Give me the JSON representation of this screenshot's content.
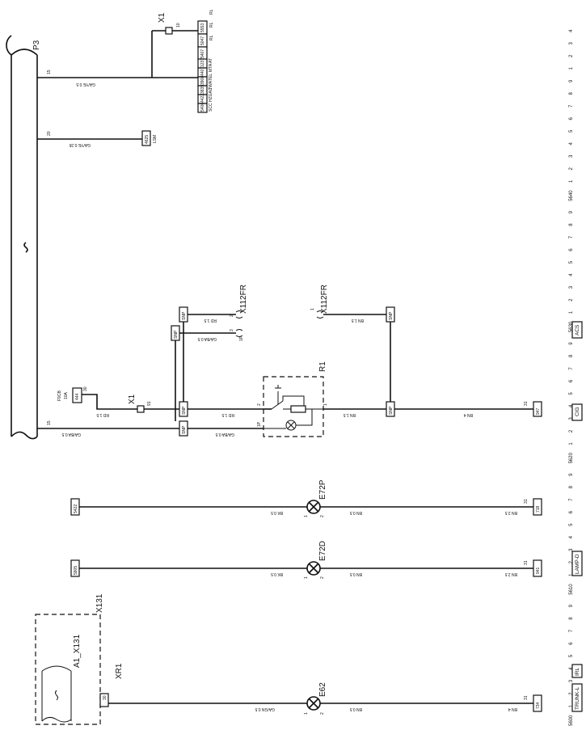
{
  "harness": {
    "label": "P3",
    "pin_top": "15",
    "pin_mid": "20",
    "pin_bottom": "15"
  },
  "top_section": {
    "x1_label": "X1",
    "x1_pin": "10",
    "main_wire": "GA/YE 0.5",
    "main_box": "1237",
    "upper_boxes": [
      {
        "code": "5553",
        "tag": "RL"
      },
      {
        "code": "5047",
        "tag": "RL"
      },
      {
        "code": "5407",
        "tag": "RL"
      }
    ],
    "lower_boxes": [
      {
        "code": "1237",
        "tag": "AT"
      },
      {
        "code": "4407",
        "tag": "MTA"
      },
      {
        "code": "3908",
        "tag": "TEL"
      },
      {
        "code": "3839",
        "tag": "TWA"
      },
      {
        "code": "4422",
        "tag": "HZGAC"
      },
      {
        "code": "5406",
        "tag": "SCC"
      }
    ],
    "wire_20": "GA/YE 0.35",
    "box_20": "4625",
    "box_20_tag": "LSM"
  },
  "relay_section": {
    "fuse_box": "444",
    "fuse_label_1": "F9CB",
    "fuse_label_2": "10A",
    "fuse_pin": "30",
    "x1_label": "X1",
    "x1_pin": "91",
    "wire_fuse": "RD 1.5",
    "wire_rd": "RD 1.5",
    "wire_harness": "GA/BA 0.5",
    "wire_harness_2": "GA/BA 0.5",
    "wire_up1": "RD 1.5",
    "wire_up2": "GA/BA 0.5",
    "wire_up3": "BN 1.5",
    "wire_out": "BN 1.5",
    "wire_ground": "BN 4",
    "snp_label": "SNP",
    "connector_top": "X112FR",
    "connector_bottom": "X112FR",
    "con_pins": [
      "2",
      "3",
      "1P"
    ],
    "con_bottom_pin": "1",
    "relay_label": "R1",
    "relay_pins": [
      "2",
      "1P",
      "1"
    ],
    "ground_pin": "31",
    "ground_box": "947"
  },
  "lamps": [
    {
      "label": "E72P",
      "left_box": "5422",
      "left_wire": "BK 0.5",
      "right_wire": "BN 0.5",
      "right_wire2": "BN 2.5",
      "pin_l": "1",
      "pin_r": "2",
      "ground_pin": "31",
      "ground_box": "718"
    },
    {
      "label": "E72D",
      "left_box": "5905",
      "left_wire": "BK 0.5",
      "right_wire": "BN 0.5",
      "right_wire2": "BN 2.5",
      "pin_l": "1",
      "pin_r": "2",
      "ground_pin": "31",
      "ground_box": "941"
    },
    {
      "label": "E62",
      "left_box": "",
      "left_wire": "GA/GN 0.5",
      "right_wire": "BN 0.5",
      "right_wire2": "BN 4",
      "pin_l": "1",
      "pin_r": "2",
      "ground_pin": "31",
      "ground_box": "734"
    }
  ],
  "module": {
    "outer_label": "X131",
    "inner_label": "A1_X131",
    "connector": "XR1",
    "pin": "30"
  },
  "ruler": {
    "major": [
      "5600",
      "5610",
      "5620",
      "5630",
      "5640"
    ],
    "minor": [
      "1",
      "2",
      "3",
      "4",
      "5",
      "6",
      "7",
      "8",
      "9"
    ],
    "end": [
      "1",
      "2",
      "3",
      "4"
    ]
  },
  "legend_boxes": [
    {
      "text": "ACS",
      "group": "5620"
    },
    {
      "text": "CIG",
      "group": "5620"
    },
    {
      "text": "LAMP-D",
      "group": "5610"
    },
    {
      "text": "IRL",
      "group": "5600"
    },
    {
      "text": "TRUNK-L",
      "group": "5600"
    }
  ]
}
